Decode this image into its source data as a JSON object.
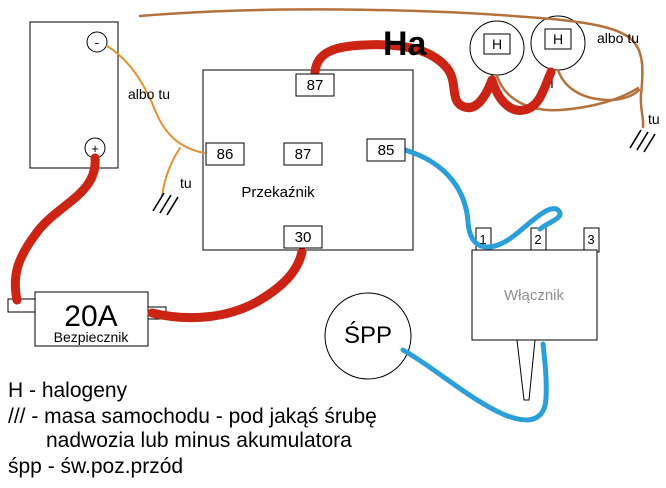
{
  "diagram": {
    "title": "Ha",
    "battery": {
      "minus_label": "-",
      "plus_label": "+"
    },
    "relay": {
      "label": "Przekaźnik",
      "terminal_top": "87",
      "terminal_left": "86",
      "terminal_mid": "87",
      "terminal_right": "85",
      "terminal_bottom": "30"
    },
    "lamps": {
      "h1": "H",
      "h2": "H"
    },
    "fuse": {
      "rating": "20A",
      "label": "Bezpiecznik"
    },
    "spp_label": "ŚPP",
    "switch": {
      "label": "Włącznik",
      "t1": "1",
      "t2": "2",
      "t3": "3"
    },
    "notes": {
      "albo_tu_left": "albo tu",
      "tu_left": "tu",
      "albo_tu_right": "albo tu",
      "tu_right": "tu"
    },
    "legend": [
      "H - halogeny",
      "/// - masa samochodu - pod jakąś śrubę",
      "nadwozia lub minus akumulatora",
      "śpp - św.poz.przód"
    ]
  },
  "colors": {
    "wire_red": "#cc2414",
    "wire_blue": "#2b9fd9",
    "wire_brown": "#b5713c",
    "wire_orange": "#e2912f"
  }
}
